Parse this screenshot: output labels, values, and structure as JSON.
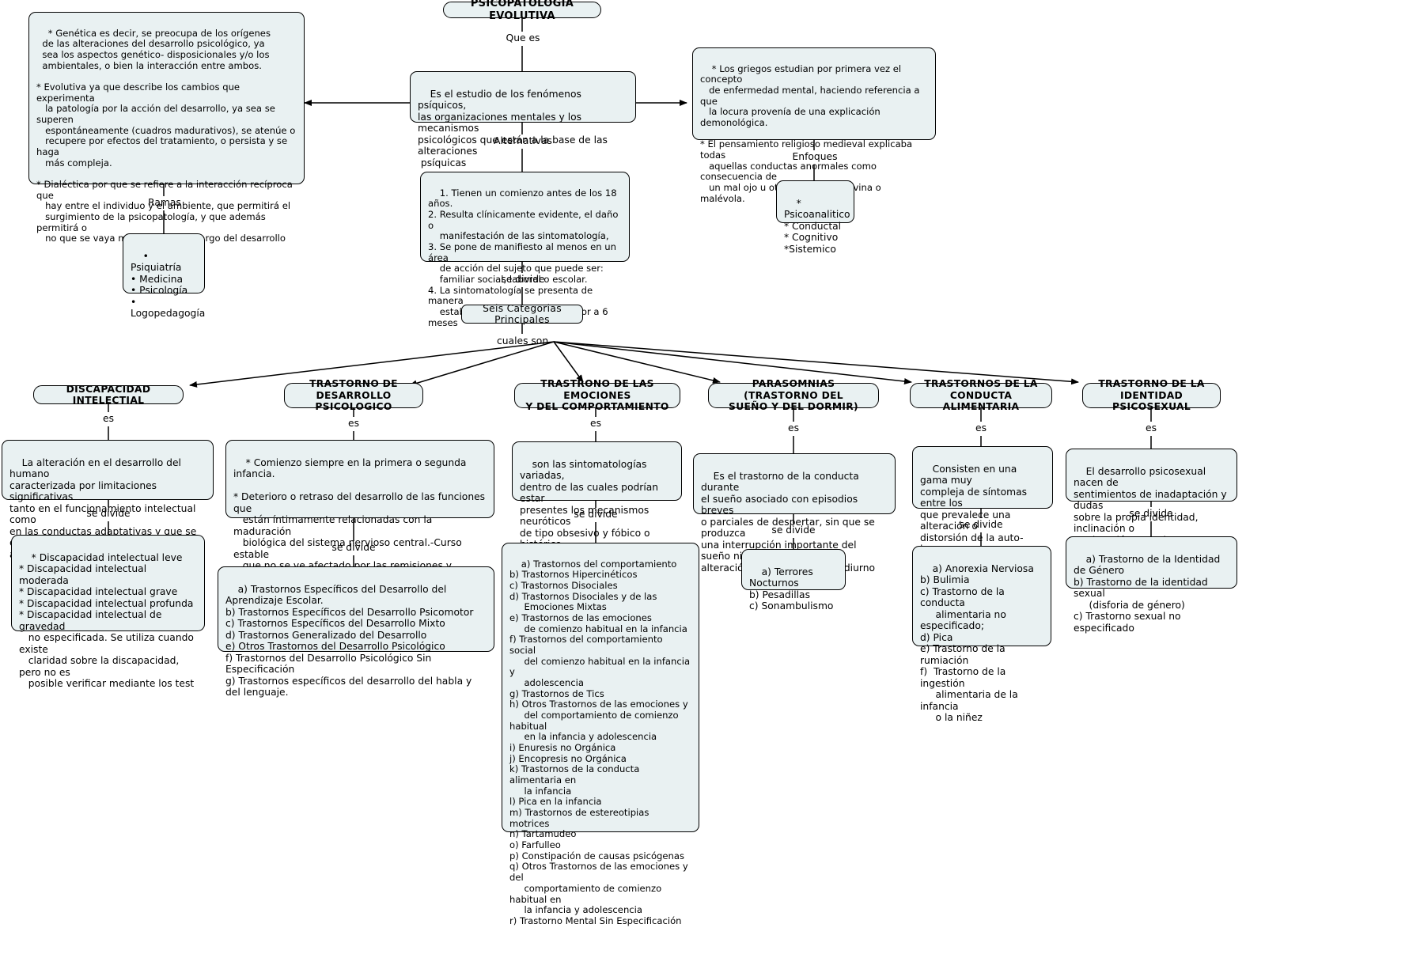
{
  "diagram": {
    "title": "PSICOPATOLOGIA EVOLUTIVA",
    "type": "concept-map",
    "colors": {
      "node_fill": "#e9f1f2",
      "node_border": "#000000",
      "text": "#000000",
      "background": "#ffffff"
    }
  },
  "root": {
    "label": "PSICOPATOLOGIA EVOLUTIVA"
  },
  "connector_labels": {
    "que_es": "Que es",
    "alternativas": "Alternativas",
    "ramas": "Ramas",
    "enfoques": "Enfoques",
    "se_divide": "se divide",
    "cuales_son": "cuales son",
    "es": "es",
    "se_divide_1": "se divide",
    "se_divide_2": "se divide",
    "se_divide_3": "se divide",
    "se_divide_4": "se divide",
    "se_divide_5": "se divide",
    "se_divide_6": "se divide",
    "es_1": "es",
    "es_2": "es",
    "es_3": "es",
    "es_4": "es",
    "es_5": "es",
    "es_6": "es"
  },
  "nodes": {
    "definicion": "Es el estudio de los fenómenos psíquicos,\nlas organizaciones mentales y los mecanismos\npsicológicos que están a la base de las alteraciones\n psíquicas",
    "caracteristicas": "* Genética es decir, se preocupa de los orígenes\n  de las alteraciones del desarrollo psicológico, ya\n  sea los aspectos genético- disposicionales y/o los\n  ambientales, o bien la interacción entre ambos.\n\n* Evolutiva ya que describe los cambios que experimenta\n   la patología por la acción del desarrollo, ya sea se superen\n   espontáneamente (cuadros madurativos), se atenúe o\n   recupere por efectos del tratamiento, o persista y se haga\n   más compleja.\n\n* Dialéctica por que se refiere a la interacción recíproca que\n   hay entre el individuo y el ambiente, que permitirá el\n   surgimiento de la psicopatología, y que además permitirá o\n   no que se vaya modificando a lo largo del desarrollo",
    "historia": "* Los griegos estudian por primera vez el concepto\n   de enfermedad mental, haciendo referencia a que\n   la locura provenía de una explicación demonológica.\n\n* El pensamiento religioso medieval explicaba todas\n   aquellas conductas anormales como consecuencia de\n   un mal ojo u otra explicación divina o malévola.",
    "enfoques_list": "* Psicoanalitico\n* Conductal\n* Cognitivo\n*Sistemico",
    "ramas_list": "• Psiquiatría\n• Medicina\n• Psicología\n• Logopedagogía",
    "alternativas_list": "1. Tienen un comienzo antes de los 18 años.\n2. Resulta clínicamente evidente, el daño o\n    manifestación de las sintomatología,\n3. Se pone de manifiesto al menos en un área\n    de acción del sujeto que puede ser:\n    familiar social, laboral o escolar.\n4. La sintomatología se presenta de manera\n    estable por un periodo no menor a 6 meses",
    "seis_categorias": "Seis Categorias Principales"
  },
  "categories": [
    {
      "key": "discapacidad",
      "title": "DISCAPACIDAD INTELECTIAL",
      "definition": "La alteración en el desarrollo del humano\ncaracterizada por limitaciones significativas\ntanto en el funcionamiento intelectual como\nen las conductas adaptativas y que se evidencia\nantes de los 18 años de edad",
      "list": "* Discapacidad intelectual leve\n* Discapacidad intelectual moderada\n* Discapacidad intelectual grave\n* Discapacidad intelectual profunda\n* Discapacidad intelectual de gravedad\n   no especificada. Se utiliza cuando existe\n   claridad sobre la discapacidad, pero no es\n   posible verificar mediante los test"
    },
    {
      "key": "desarrollo",
      "title": "TRASTORNO DE\nDESARROLLO PSICOLOGICO",
      "definition": "* Comienzo siempre en la primera o segunda infancia.\n\n* Deterioro o retraso del desarrollo de las funciones que\n   están íntimamente relacionadas con la maduración\n   biológica del sistema nervioso central.-Curso estable\n   que no se ve afectado por las remisiones y recaídas que\n   tienden a ser características de muchos trastornos mentales",
      "list": "a) Trastornos Específicos del Desarrollo del Aprendizaje Escolar.\nb) Trastornos Específicos del Desarrollo Psicomotor\nc) Trastornos Específicos del Desarrollo Mixto\nd) Trastornos Generalizado del Desarrollo\ne) Otros Trastornos del Desarrollo Psicológico\nf) Trastornos del Desarrollo Psicológico Sin Especificación\ng) Trastornos específicos del desarrollo del habla y del lenguaje."
    },
    {
      "key": "emociones",
      "title": "TRASTRONO DE LAS EMOCIONES\nY DEL COMPORTAMIENTO",
      "definition": "son las sintomatologías variadas,\ndentro de las cuales podrían estar\npresentes los mecanismos neuróticos\nde tipo obsesivo y fóbico o histérico",
      "list": "a) Trastornos del comportamiento\nb) Trastornos Hipercinéticos\nc) Trastornos Disociales\nd) Trastornos Disociales y de las\n     Emociones Mixtas\ne) Trastornos de las emociones\n     de comienzo habitual en la infancia\nf) Trastornos del comportamiento social\n     del comienzo habitual en la infancia y\n     adolescencia\ng) Trastornos de Tics\nh) Otros Trastornos de las emociones y\n     del comportamiento de comienzo habitual\n     en la infancia y adolescencia\ni) Enuresis no Orgánica\nj) Encopresis no Orgánica\nk) Trastornos de la conducta alimentaria en\n     la infancia\nl) Pica en la infancia\nm) Trastornos de estereotipias motrices\nn) Tartamudeo\no) Farfulleo\np) Constipación de causas psicógenas\nq) Otros Trastornos de las emociones y del\n     comportamiento de comienzo habitual en\n     la infancia y adolescencia\nr) Trastorno Mental Sin Especificación"
    },
    {
      "key": "parasomnias",
      "title": "PARASOMNIAS (TRASTORNO DEL\nSUEÑO Y DEL DORMIR)",
      "definition": "Es el trastorno de la conducta durante\nel sueño asociado con episodios breves\no parciales de despertar, sin que se produzca\nuna interrupción importante del sueño ni una\nalteración del nivel de vigilia diurno",
      "list": "a) Terrores Nocturnos\nb) Pesadillas\nc) Sonambulismo"
    },
    {
      "key": "alimentaria",
      "title": "TRASTORNOS DE LA\nCONDUCTA ALIMENTARIA",
      "definition": "Consisten en una gama muy\ncompleja de síntomas entre los\nque prevalece una alteración o\ndistorsión de la auto-imagen\ncorporal",
      "list": "a) Anorexia Nerviosa\nb) Bulimia\nc) Trastorno de la conducta\n     alimentaria no especificado;\nd) Pica\ne) Trastorno de la rumiación\nf)  Trastorno de la ingestión\n     alimentaria de la infancia\n     o la niñez"
    },
    {
      "key": "psicosexual",
      "title": "TRASTORNO DE LA\nIDENTIDAD PSICOSEXUAL",
      "definition": "El desarrollo psicosexual nacen de\nsentimientos de inadaptación y dudas\nsobre la propia identidad, inclinación o\nmaduración sexual",
      "list": "a) Trastorno de la Identidad de Género\nb) Trastorno de la identidad sexual\n     (disforia de género)\nc) Trastorno sexual no especificado"
    }
  ]
}
